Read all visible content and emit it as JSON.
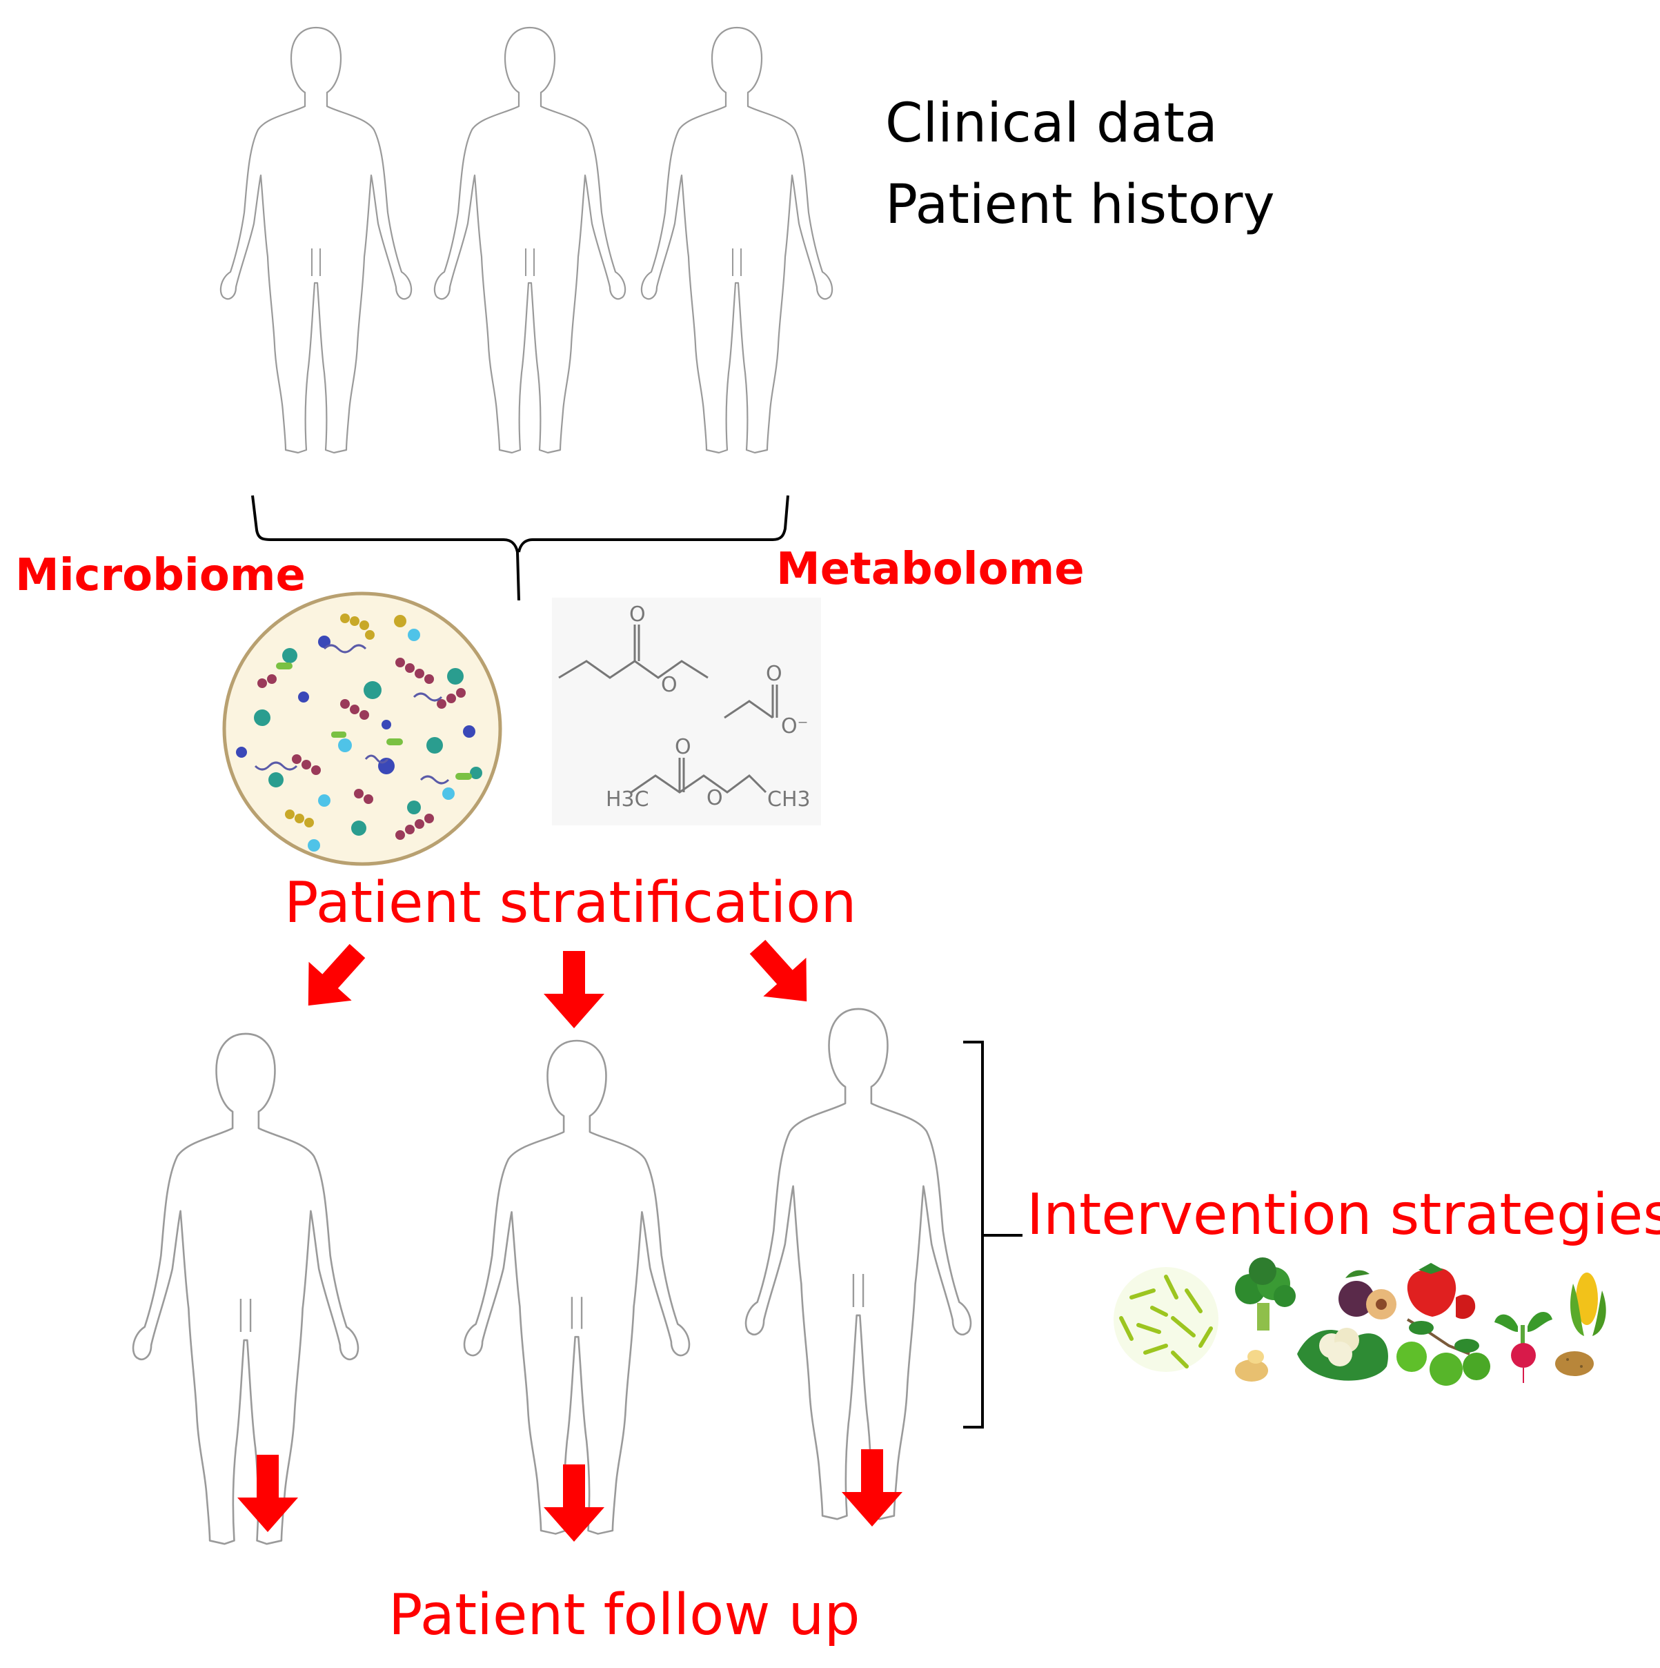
{
  "labels": {
    "clinical_data": "Clinical data",
    "patient_history": "Patient history",
    "microbiome": "Microbiome",
    "metabolome": "Metabolome",
    "patient_stratification": "Patient stratification",
    "intervention_strategies": "Intervention strategies",
    "patient_follow_up": "Patient follow up"
  },
  "molecules": {
    "atom_o": "O",
    "atom_o_minus": "O⁻",
    "h3c": "H3C",
    "ch3": "CH3"
  },
  "colors": {
    "label_red": "#ff0000",
    "label_black": "#000000",
    "outline": "#9a9a9a",
    "bracket": "#000000",
    "arrow": "#ff0000"
  },
  "icons": {
    "top_row": [
      "human-figure-icon",
      "human-figure-icon",
      "human-figure-icon"
    ],
    "bottom_row": [
      "human-figure-icon",
      "human-figure-icon",
      "human-figure-icon"
    ],
    "microbiome": "petri-dish-icon",
    "interventions": [
      "probiotic-icon",
      "broccoli-icon",
      "plum-icon",
      "cauliflower-icon",
      "strawberry-icon",
      "apple-icon",
      "radish-icon",
      "corn-icon",
      "potato-icon",
      "nut-icon"
    ]
  }
}
